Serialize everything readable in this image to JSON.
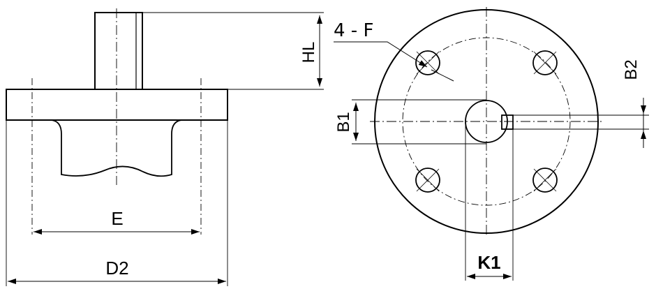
{
  "labels": {
    "HL": "HL",
    "E": "E",
    "D2": "D2",
    "F": "4 - F",
    "B1": "B1",
    "B2": "B2",
    "K1": "K1"
  }
}
